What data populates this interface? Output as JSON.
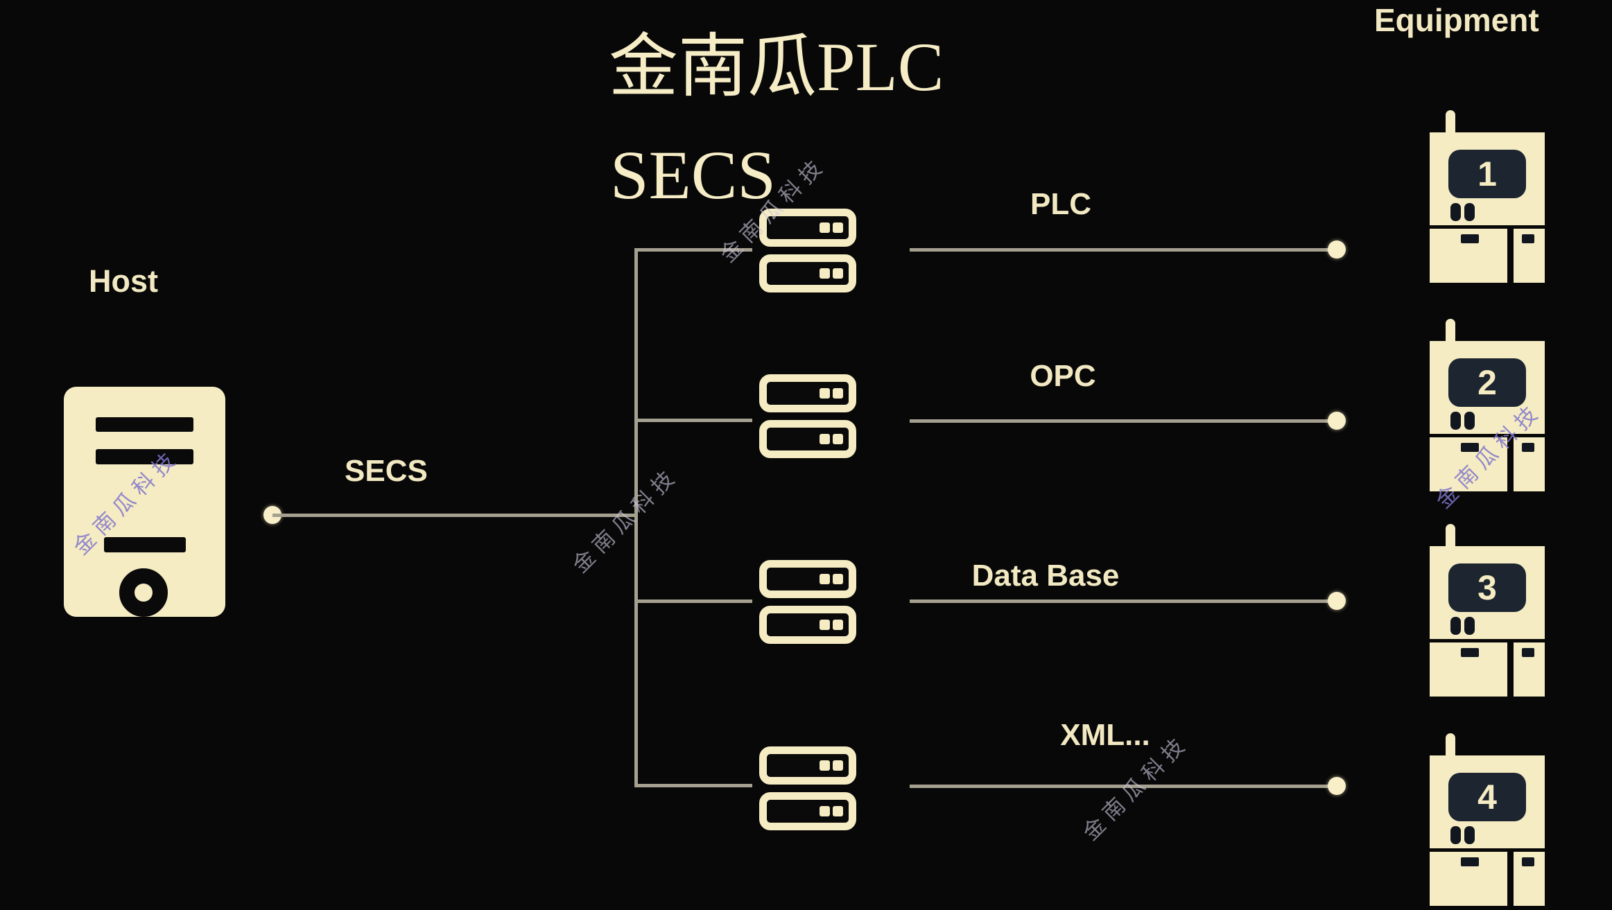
{
  "title": {
    "line1": "金南瓜PLC",
    "line2": "SECS"
  },
  "labels": {
    "host": "Host",
    "equipment_header": "Equipment",
    "secs_link": "SECS"
  },
  "rows": [
    {
      "protocol": "PLC"
    },
    {
      "protocol": "OPC"
    },
    {
      "protocol": "Data Base"
    },
    {
      "protocol": "XML..."
    }
  ],
  "equipment": [
    {
      "number": "1"
    },
    {
      "number": "2"
    },
    {
      "number": "3"
    },
    {
      "number": "4"
    }
  ],
  "watermark": {
    "text": "金南瓜科技"
  },
  "icons": {
    "host": "computer-tower-icon",
    "middleware": "rack-server-icon",
    "equipment": "equipment-machine-icon",
    "connector": "dot-connector"
  },
  "colors": {
    "background": "#080808",
    "cream": "#f5ecc3",
    "title_text": "#f6edc6",
    "line": "#a5a090",
    "dot": "#f8efc8",
    "screen_dark": "#1d2531",
    "icon_detail_dark": "#0a0a0a",
    "watermark_gray": "rgba(203,199,221,0.62)",
    "watermark_purple": "rgba(128,118,204,0.85)"
  }
}
